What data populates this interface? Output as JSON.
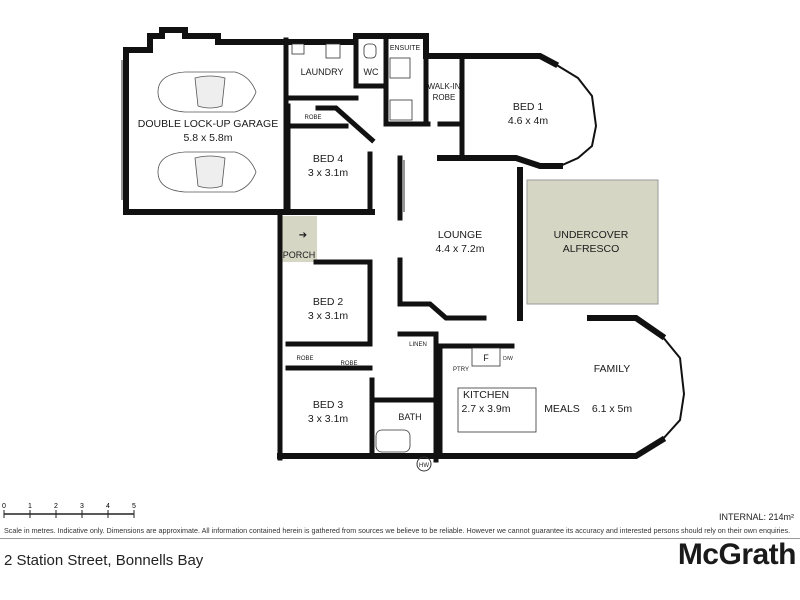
{
  "rooms": {
    "garage": {
      "name": "DOUBLE LOCK-UP GARAGE",
      "size": "5.8 x 5.8m"
    },
    "laundry": {
      "name": "LAUNDRY"
    },
    "wc": {
      "name": "WC"
    },
    "ensuite": {
      "name": "ENSUITE"
    },
    "walkin_robe": {
      "name_line1": "WALK-IN",
      "name_line2": "ROBE"
    },
    "bed1": {
      "name": "BED 1",
      "size": "4.6 x 4m"
    },
    "bed4": {
      "name": "BED 4",
      "size": "3 x 3.1m",
      "robe": "ROBE"
    },
    "lounge": {
      "name": "LOUNGE",
      "size": "4.4 x 7.2m"
    },
    "alfresco": {
      "name_line1": "UNDERCOVER",
      "name_line2": "ALFRESCO"
    },
    "porch": {
      "name": "PORCH"
    },
    "bed2": {
      "name": "BED 2",
      "size": "3 x 3.1m",
      "robe": "ROBE"
    },
    "bed3": {
      "name": "BED 3",
      "size": "3 x 3.1m",
      "robe": "ROBE"
    },
    "linen": {
      "name": "LINEN"
    },
    "pantry": {
      "name": "PTRY"
    },
    "fridge": {
      "name": "F"
    },
    "dishwasher": {
      "name": "D/W"
    },
    "kitchen": {
      "name": "KITCHEN",
      "size": "2.7 x 3.9m"
    },
    "meals": {
      "name": "MEALS"
    },
    "family": {
      "name": "FAMILY",
      "size": "6.1 x 5m"
    },
    "bath": {
      "name": "BATH"
    },
    "hot_water": {
      "name": "HW"
    }
  },
  "scale": {
    "ticks": [
      "0",
      "1",
      "2",
      "3",
      "4",
      "5"
    ]
  },
  "footer": {
    "internal": "INTERNAL: 214m²",
    "disclaimer": "Scale in metres. Indicative only. Dimensions are approximate. All information contained herein is gathered from sources we believe to be reliable. However we cannot guarantee its accuracy and interested persons should rely on their own enquiries.",
    "address": "2 Station Street, Bonnells Bay",
    "brand": "McGrath"
  },
  "colors": {
    "alfresco": "#d6d6c4",
    "porch": "#d6d6c4",
    "walls": "#111111"
  }
}
